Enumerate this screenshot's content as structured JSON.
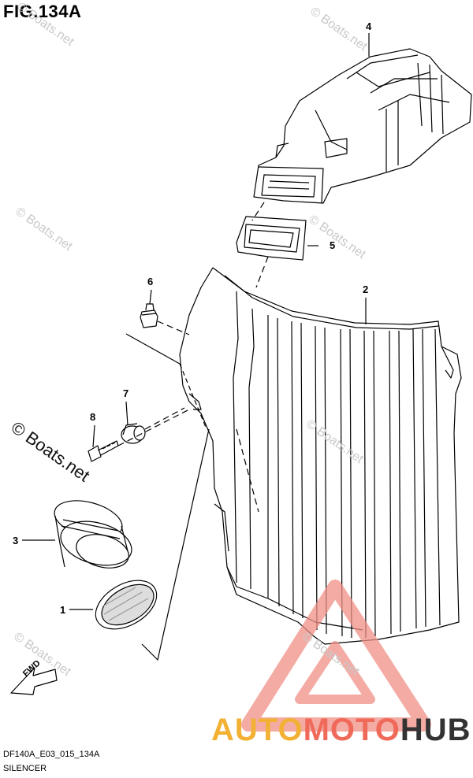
{
  "figure": {
    "title": "FIG.134A"
  },
  "footer": {
    "code": "DF140A_E03_015_134A",
    "name": "SILENCER"
  },
  "callouts": {
    "c1": "1",
    "c2": "2",
    "c3": "3",
    "c4": "4",
    "c5": "5",
    "c6": "6",
    "c7": "7",
    "c8": "8"
  },
  "direction": {
    "label": "FWD"
  },
  "watermarks": {
    "text": "© Boats.net"
  },
  "brand": {
    "part1": "AUTO",
    "part2": "MOTO",
    "part3": "HUB"
  },
  "colors": {
    "line": "#000000",
    "watermark": "#c9c9c9",
    "brand_yellow": "#f2b134",
    "brand_red": "#f06a5a",
    "brand_dark": "#333333"
  }
}
